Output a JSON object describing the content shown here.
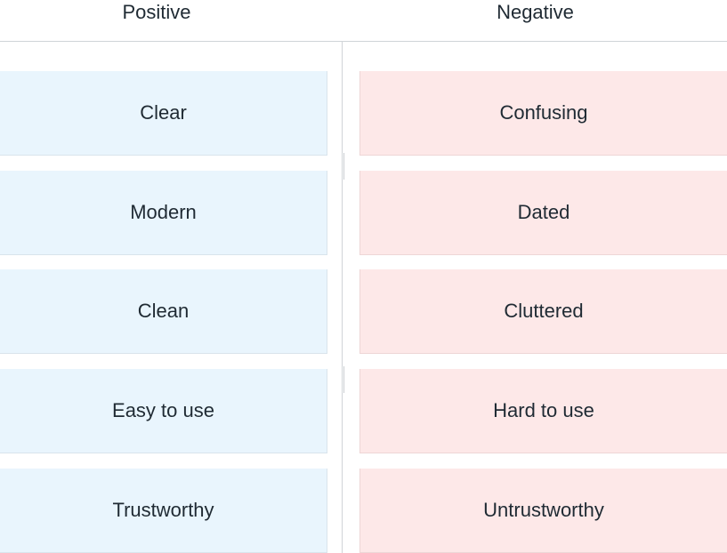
{
  "columns": {
    "positive": {
      "title": "Positive",
      "color": "#e9f5fd",
      "items": [
        {
          "label": "Clear"
        },
        {
          "label": "Modern"
        },
        {
          "label": "Clean"
        },
        {
          "label": "Easy to use"
        },
        {
          "label": "Trustworthy"
        }
      ]
    },
    "negative": {
      "title": "Negative",
      "color": "#fde8e8",
      "items": [
        {
          "label": "Confusing"
        },
        {
          "label": "Dated"
        },
        {
          "label": "Cluttered"
        },
        {
          "label": "Hard to use"
        },
        {
          "label": "Untrustworthy"
        }
      ]
    }
  }
}
